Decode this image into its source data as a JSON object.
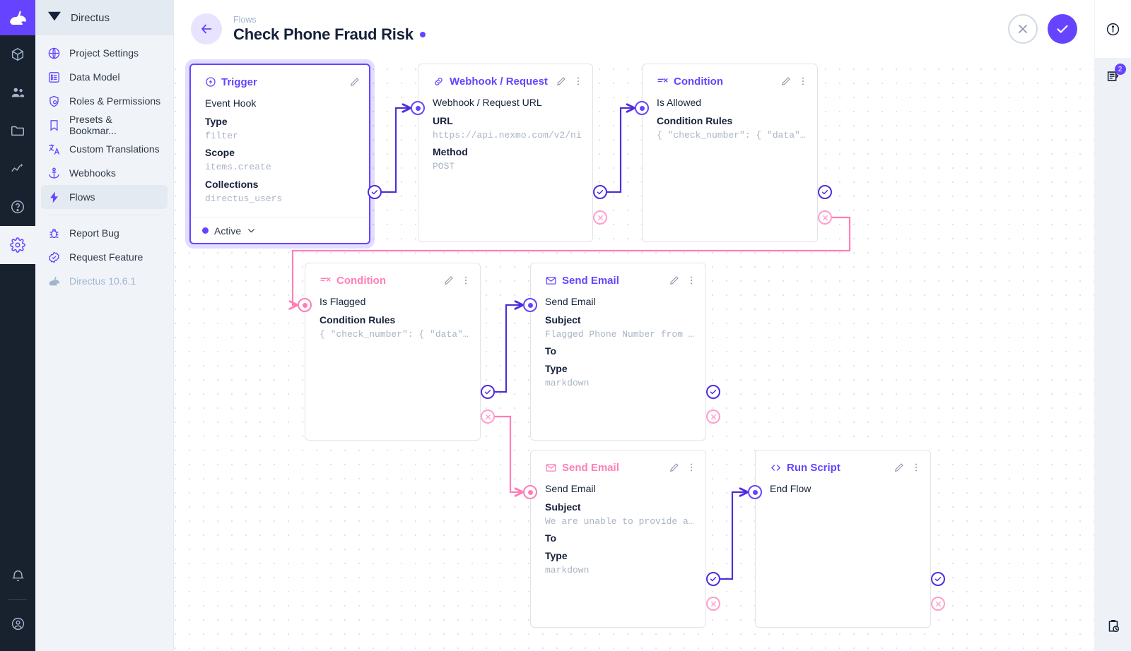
{
  "app": {
    "name": "Directus",
    "version_label": "Directus 10.6.1"
  },
  "rail": {
    "items": [
      {
        "name": "logo",
        "icon": "rabbit-logo-icon"
      },
      {
        "name": "content",
        "icon": "box-icon"
      },
      {
        "name": "users",
        "icon": "people-icon"
      },
      {
        "name": "files",
        "icon": "folder-icon"
      },
      {
        "name": "insights",
        "icon": "analytics-icon"
      },
      {
        "name": "docs",
        "icon": "help-circle-icon"
      },
      {
        "name": "settings",
        "icon": "gear-icon"
      }
    ],
    "bottom": [
      {
        "name": "notifications",
        "icon": "bell-icon"
      },
      {
        "name": "account",
        "icon": "account-circle-icon"
      }
    ]
  },
  "sidebar": {
    "title": "Directus",
    "items": [
      {
        "label": "Project Settings",
        "icon": "globe-icon",
        "active": false
      },
      {
        "label": "Data Model",
        "icon": "list-box-icon",
        "active": false
      },
      {
        "label": "Roles & Permissions",
        "icon": "shield-key-icon",
        "active": false
      },
      {
        "label": "Presets & Bookmar...",
        "icon": "bookmark-icon",
        "active": false
      },
      {
        "label": "Custom Translations",
        "icon": "translate-icon",
        "active": false
      },
      {
        "label": "Webhooks",
        "icon": "anchor-icon",
        "active": false
      },
      {
        "label": "Flows",
        "icon": "bolt-icon",
        "active": true
      }
    ],
    "secondary": [
      {
        "label": "Report Bug",
        "icon": "bug-icon"
      },
      {
        "label": "Request Feature",
        "icon": "badge-check-icon"
      }
    ],
    "version": "Directus 10.6.1"
  },
  "header": {
    "breadcrumb": "Flows",
    "title": "Check Phone Fraud Risk",
    "status_dot_color": "#6644ff",
    "back_label": "back-arrow",
    "cancel_label": "cancel",
    "save_label": "save"
  },
  "right_rail": {
    "info_label": "info",
    "logs_label": "flow-logs",
    "logs_badge": "2",
    "bottom_label": "activity"
  },
  "flow": {
    "nodes": [
      {
        "id": "trigger",
        "type": "Trigger",
        "type_icon": "trigger-bolt-circle-icon",
        "accent": "#6644ff",
        "selected": true,
        "name": "Event Hook",
        "fields": [
          {
            "label": "Type",
            "value": "filter"
          },
          {
            "label": "Scope",
            "value": "items.create"
          },
          {
            "label": "Collections",
            "value": "directus_users"
          }
        ],
        "footer_status": "Active"
      },
      {
        "id": "webhook",
        "type": "Webhook / Request U",
        "type_icon": "link-icon",
        "accent": "#6644ff",
        "selected": false,
        "name": "Webhook / Request URL",
        "fields": [
          {
            "label": "URL",
            "value": "https://api.nexmo.com/v2/ni"
          },
          {
            "label": "Method",
            "value": "POST"
          }
        ]
      },
      {
        "id": "condition-allowed",
        "type": "Condition",
        "type_icon": "condition-icon",
        "accent": "#6644ff",
        "selected": false,
        "name": "Is Allowed",
        "fields": [
          {
            "label": "Condition Rules",
            "value": "{ \"check_number\": { \"data\"…"
          }
        ]
      },
      {
        "id": "condition-flagged",
        "type": "Condition",
        "type_icon": "condition-icon",
        "accent": "#ff7eb6",
        "selected": false,
        "name": "Is Flagged",
        "fields": [
          {
            "label": "Condition Rules",
            "value": "{ \"check_number\": { \"data\"…"
          }
        ]
      },
      {
        "id": "send-email-flagged",
        "type": "Send Email",
        "type_icon": "mail-icon",
        "accent": "#6644ff",
        "selected": false,
        "name": "Send Email",
        "fields": [
          {
            "label": "Subject",
            "value": "Flagged Phone Number from …"
          },
          {
            "label": "To",
            "value": ""
          },
          {
            "label": "Type",
            "value": "markdown"
          }
        ]
      },
      {
        "id": "send-email-unable",
        "type": "Send Email",
        "type_icon": "mail-icon",
        "accent": "#ff7eb6",
        "selected": false,
        "name": "Send Email",
        "fields": [
          {
            "label": "Subject",
            "value": "We are unable to provide a…"
          },
          {
            "label": "To",
            "value": ""
          },
          {
            "label": "Type",
            "value": "markdown"
          }
        ]
      },
      {
        "id": "run-script",
        "type": "Run Script",
        "type_icon": "code-brackets-icon",
        "accent": "#6644ff",
        "selected": false,
        "name": "End Flow",
        "fields": []
      }
    ]
  }
}
